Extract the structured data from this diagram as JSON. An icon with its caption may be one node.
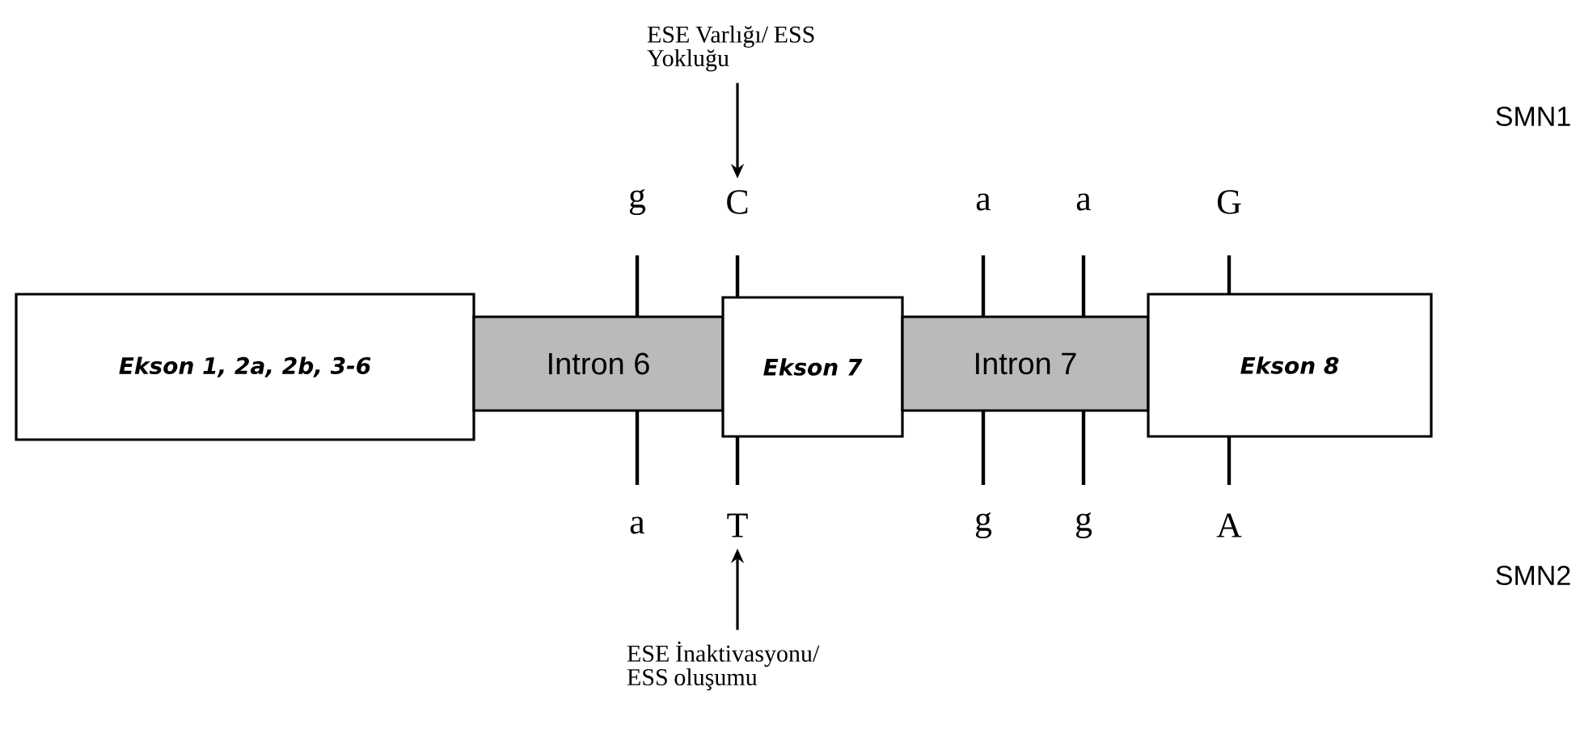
{
  "diagram": {
    "nodes": [
      {
        "text": [
          "Ekson 1, 2a, 2b, 3-6"
        ]
      },
      {
        "text": [
          "Intron 6"
        ]
      },
      {
        "text": [
          "Ekson 7"
        ]
      },
      {
        "text": [
          "Intron 7"
        ]
      },
      {
        "text": [
          "Ekson 8"
        ]
      },
      {
        "text": [
          "ESE Varlığı/ ESS Yokluğu"
        ]
      },
      {
        "text": [
          "C"
        ]
      },
      {
        "text": [
          "T"
        ]
      },
      {
        "text": [
          "ESE İnaktivasyonu/ ESS oluşumu"
        ]
      }
    ],
    "edges": [
      {
        "from": 5,
        "to": 6,
        "arrow": "to"
      },
      {
        "from": 8,
        "to": 7,
        "arrow": "to"
      }
    ],
    "labels": [
      "SMN1",
      "g",
      "a",
      "a",
      "G",
      "a",
      "g",
      "g",
      "A",
      "SMN2"
    ]
  }
}
